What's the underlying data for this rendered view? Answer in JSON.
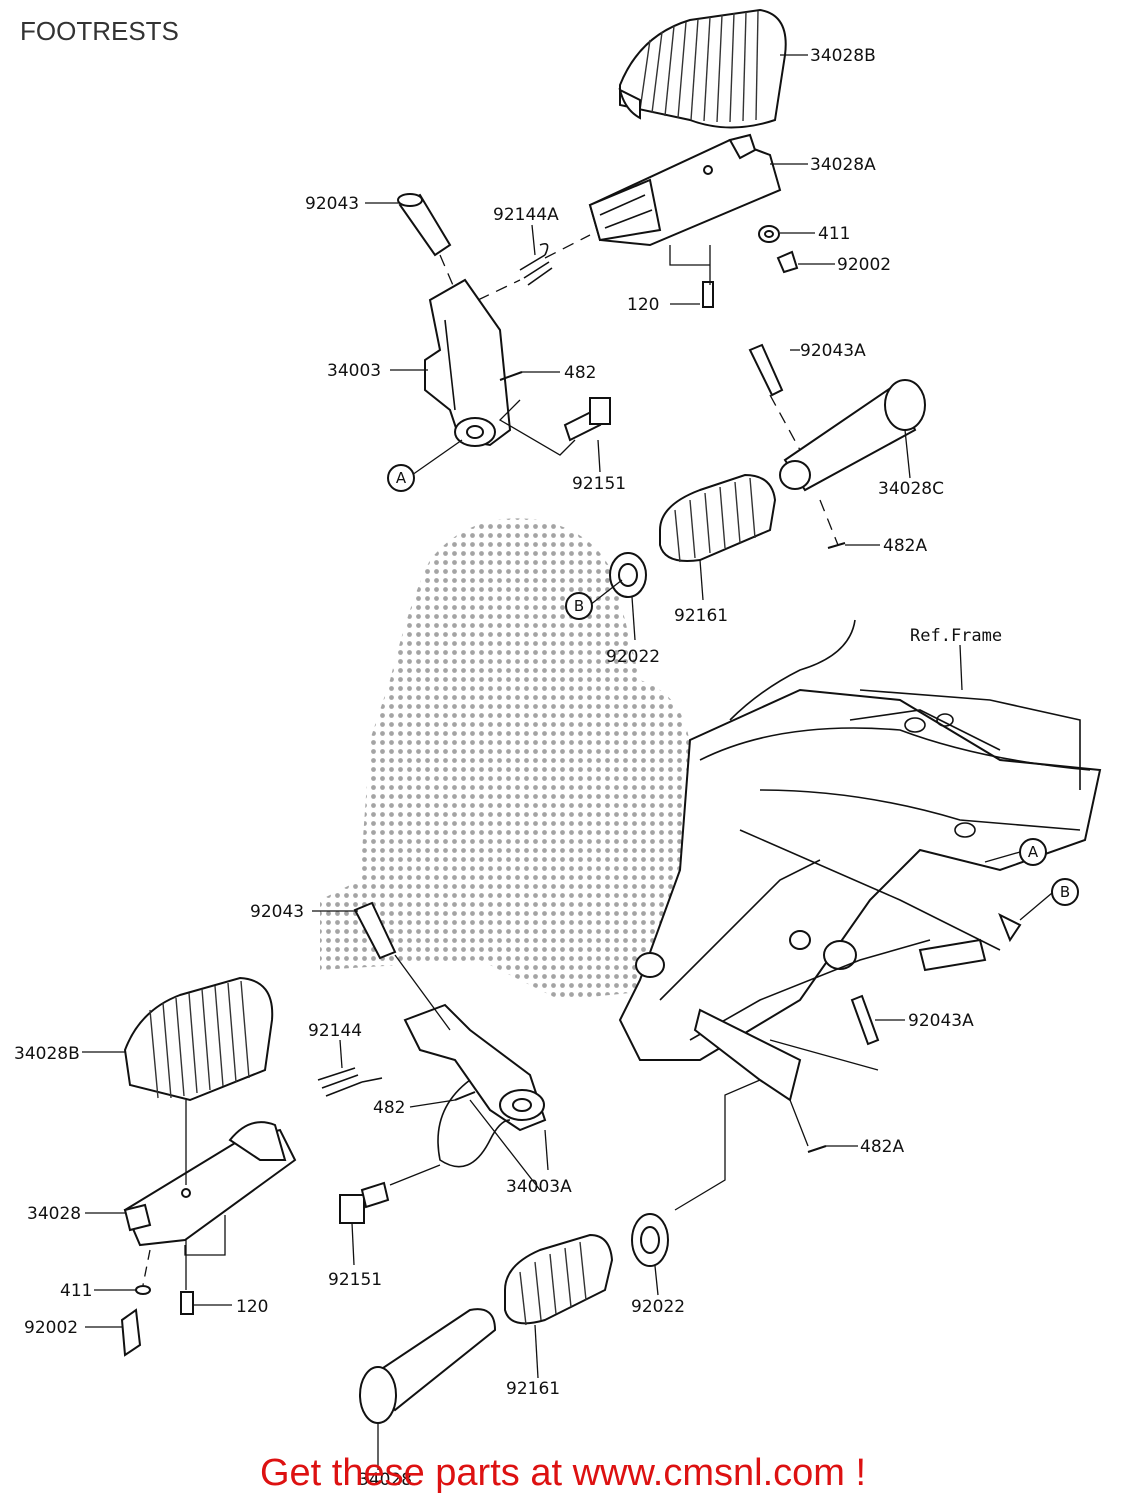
{
  "title": "FOOTRESTS",
  "footer": "Get these parts at www.cmsnl.com !",
  "ref_frame": "Ref.Frame",
  "markers": {
    "a": "A",
    "b": "B"
  },
  "labels": {
    "p34028B_top": "34028B",
    "p34028A": "34028A",
    "p92043_top": "92043",
    "p92144A": "92144A",
    "p411_top": "411",
    "p92002_top": "92002",
    "p120_top": "120",
    "p92043A_top": "92043A",
    "p34003": "34003",
    "p482_top": "482",
    "p92151_top": "92151",
    "p34028C": "34028C",
    "p482A_top": "482A",
    "p92161_top": "92161",
    "p92022_top": "92022",
    "p92043_mid": "92043",
    "p92144": "92144",
    "p34028B_bot": "34028B",
    "p482_bot": "482",
    "p92043A_bot": "92043A",
    "p34003A": "34003A",
    "p482A_bot": "482A",
    "p34028": "34028",
    "p92151_bot": "92151",
    "p411_bot": "411",
    "p120_bot": "120",
    "p92002_bot": "92002",
    "p92022_bot": "92022",
    "p92161_bot": "92161",
    "p34028_last": "34028"
  }
}
